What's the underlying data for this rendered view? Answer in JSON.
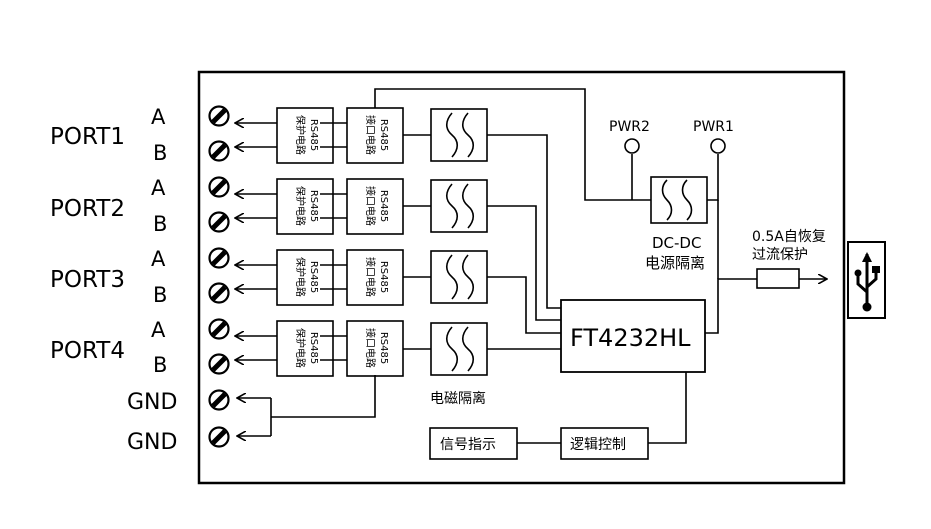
{
  "ports": [
    {
      "name": "PORT1",
      "a": "A",
      "b": "B"
    },
    {
      "name": "PORT2",
      "a": "A",
      "b": "B"
    },
    {
      "name": "PORT3",
      "a": "A",
      "b": "B"
    },
    {
      "name": "PORT4",
      "a": "A",
      "b": "B"
    }
  ],
  "gnd": [
    "GND",
    "GND"
  ],
  "blocks": {
    "protect_line1": "RS485",
    "protect_line2": "保护电路",
    "iface_line1": "RS485",
    "iface_line2": "接口电路",
    "em_isolation": "电磁隔离",
    "chip": "FT4232HL",
    "dcdc_line1": "DC-DC",
    "dcdc_line2": "电源隔离",
    "pwr2": "PWR2",
    "pwr1": "PWR1",
    "fuse_line1": "0.5A自恢复",
    "fuse_line2": "过流保护",
    "signal": "信号指示",
    "logic": "逻辑控制"
  },
  "icons": {
    "usb": "usb-icon",
    "terminal": "terminal-screw-icon"
  }
}
